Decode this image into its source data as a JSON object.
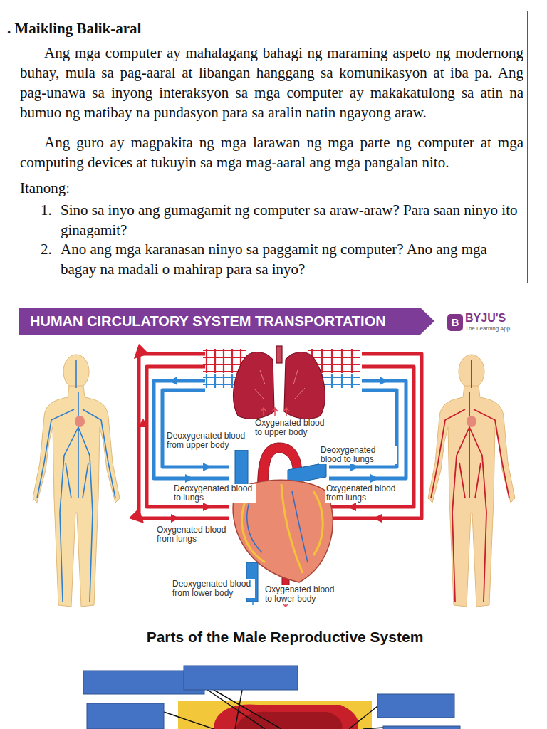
{
  "diagram": {
    "nodes": [
      {
        "text": [
          "HUMAN CIRCULATORY SYSTEM TRANSPORTATION"
        ]
      }
    ],
    "labels": [
      ". Maikling Balik-aral",
      "Ang mga computer ay mahalagang bahagi ng maraming aspeto ng modernong buhay, mula sa pag-aaral at libangan hanggang sa komunikasyon at iba pa. Ang pag-unawa sa inyong interaksyon sa mga computer ay makakatulong sa atin na bumuo ng matibay na pundasyon para sa aralin natin ngayong araw.",
      "Ang guro ay magpakita ng mga larawan ng mga parte ng computer at mga computing devices at tukuyin sa mga mag-aaral ang mga pangalan nito.",
      "Itanong:",
      "1.",
      "Sino sa inyo ang gumagamit ng computer sa araw-araw? Para saan ninyo ito ginagamit?",
      "2.",
      "Ano ang mga karanasan ninyo sa paggamit ng computer? Ano ang mga bagay na madali o mahirap para sa inyo?",
      "BYJU'S",
      "The Learning App",
      "Oxygenated blood to upper body",
      "Deoxygenated blood from upper body",
      "Deoxygenated blood to lungs",
      "Deoxygenated blood to lungs",
      "Oxygenated blood from lungs",
      "Oxygenated blood from lungs",
      "Deoxygenated blood from lower body",
      "Oxygenated blood to lower body",
      "Parts of the Male Reproductive System",
      "B"
    ]
  }
}
